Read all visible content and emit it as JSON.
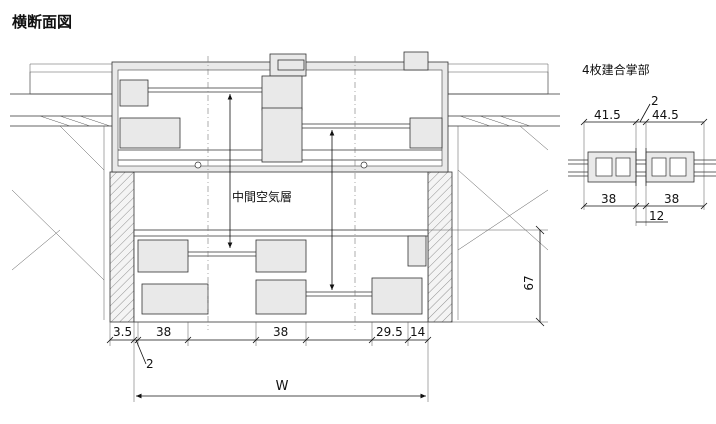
{
  "title": "横断面図",
  "air_layer_label": "中間空気層",
  "joint_title": "4枚建合掌部",
  "bottom_dims": [
    "3.5",
    "38",
    "38",
    "29.5",
    "14"
  ],
  "gap_label": "2",
  "width_label": "W",
  "side_dim": "67",
  "joint": {
    "top_gap": "2",
    "left_width": "41.5",
    "right_width": "44.5",
    "left_depth": "38",
    "right_depth": "38",
    "bottom_gap": "12"
  }
}
